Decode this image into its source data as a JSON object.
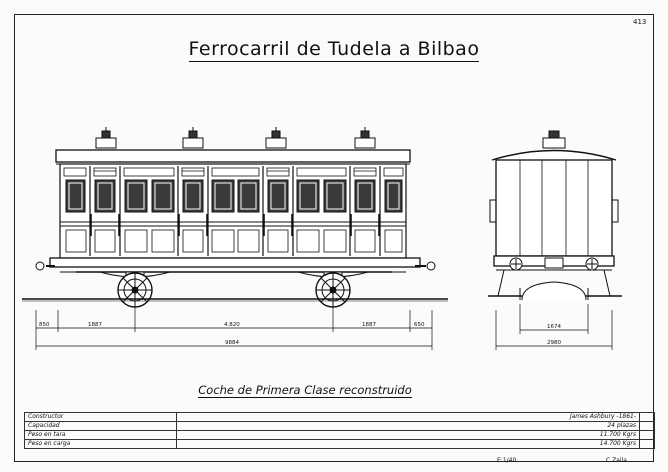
{
  "sheet_number": "413",
  "title": "Ferrocarril de Tudela a Bilbao",
  "subtitle": "Coche de Primera Clase reconstruido",
  "dimensions": {
    "side": [
      "850",
      "1887",
      "4.820",
      "1887",
      "650"
    ],
    "side_total": "9884",
    "end_inner": "1674",
    "end_total": "2980"
  },
  "specs": [
    {
      "label": "Constructor",
      "value": "James Ashbury -1861-"
    },
    {
      "label": "Capacidad",
      "value": "24 plazas"
    },
    {
      "label": "Peso en tara",
      "value": "11.700 Kgrs"
    },
    {
      "label": "Peso en carga",
      "value": "14.700 Kgrs"
    }
  ],
  "scale": "E:1/40",
  "author": "C.Zaila"
}
